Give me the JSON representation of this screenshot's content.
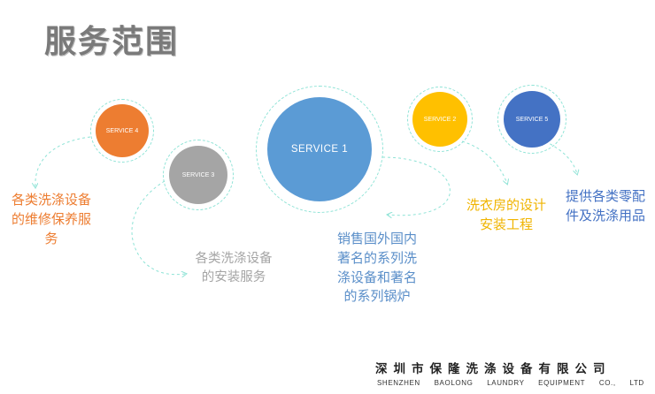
{
  "page": {
    "title": "服务范围"
  },
  "services": [
    {
      "id": "s1",
      "label": "SERVICE 1",
      "color": "#5b9bd5",
      "text_color": "#5b8fc9",
      "lines": [
        "销售国外国内",
        "著名的系列洗",
        "涤设备和著名",
        "的系列锅炉"
      ]
    },
    {
      "id": "s2",
      "label": "SERVICE 2",
      "color": "#ffc000",
      "text_color": "#f0b400",
      "lines": [
        "洗衣房的设计",
        "安装工程"
      ]
    },
    {
      "id": "s3",
      "label": "SERVICE 3",
      "color": "#a5a5a5",
      "text_color": "#a5a5a5",
      "lines": [
        "各类洗涤设备",
        "的安装服务"
      ]
    },
    {
      "id": "s4",
      "label": "SERVICE 4",
      "color": "#ed7d31",
      "text_color": "#ed7d31",
      "lines": [
        "各类洗涤设备",
        "的维修保养服",
        "务"
      ]
    },
    {
      "id": "s5",
      "label": "SERVICE 5",
      "color": "#4472c4",
      "text_color": "#4472c4",
      "lines": [
        "提供各类零配",
        "件及洗涤用品"
      ]
    }
  ],
  "footer": {
    "company_cn": "深圳市保隆洗涤设备有限公司",
    "company_en": "SHENZHEN BAOLONG LAUNDRY EQUIPMENT CO., LTD"
  },
  "colors": {
    "accent_dashed": "#8ee3d6",
    "title_gray": "#7a7a7a"
  }
}
